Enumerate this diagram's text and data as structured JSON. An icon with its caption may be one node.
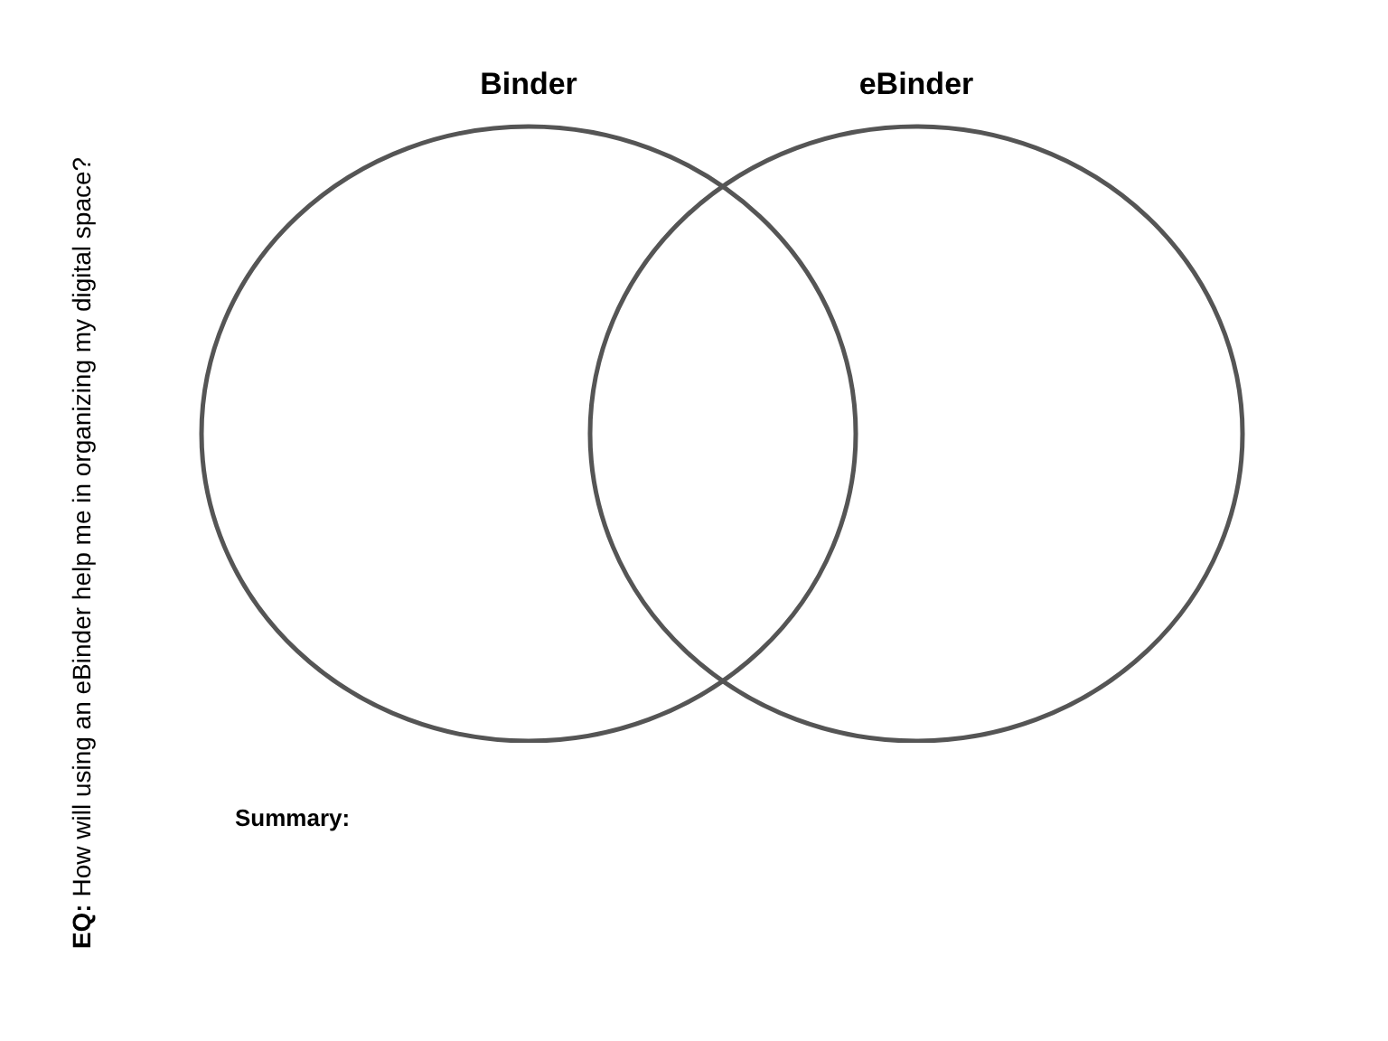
{
  "diagram": {
    "nodes": [
      {
        "text": [
          "Binder"
        ]
      },
      {
        "text": [
          "eBinder"
        ]
      }
    ],
    "labels": [
      "**EQ:** How will using an eBinder help me in organizing my digital space?",
      "Summary:"
    ]
  }
}
